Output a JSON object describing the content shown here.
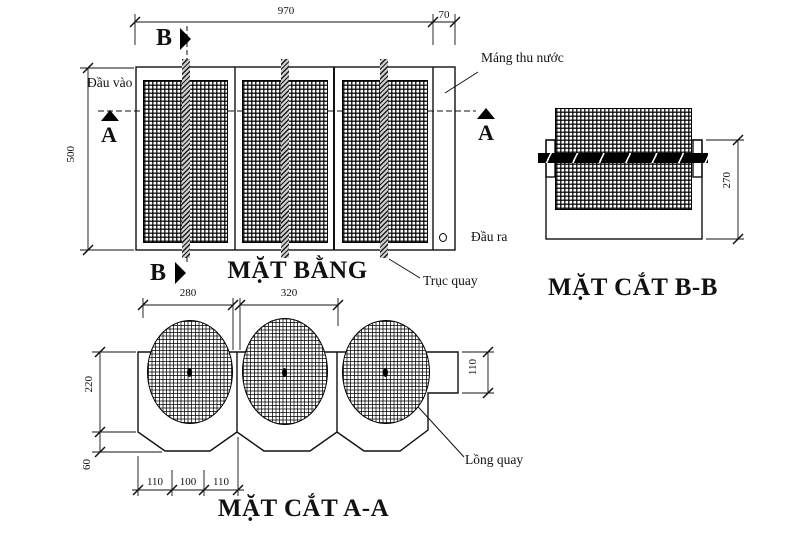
{
  "colors": {
    "ink": "#111111",
    "paper": "#ffffff"
  },
  "plan": {
    "title": "MẶT BẰNG",
    "label_inlet": "Đầu vào",
    "label_trough": "Máng thu nước",
    "label_outlet": "Đầu ra",
    "label_shaft": "Trục quay",
    "dim_width": "970",
    "dim_trough": "70",
    "dim_height": "500",
    "marker_a": "A",
    "marker_b": "B"
  },
  "section_bb": {
    "title": "MẶT CẮT B-B",
    "dim_height": "270"
  },
  "section_aa": {
    "title": "MẶT CẮT A-A",
    "label_cage": "Lồng quay",
    "dim_drum": "280",
    "dim_span": "320",
    "dim_depth": "220",
    "dim_bottom": "60",
    "dim_b1": "110",
    "dim_b2": "100",
    "dim_b3": "110",
    "dim_outlet": "110"
  }
}
